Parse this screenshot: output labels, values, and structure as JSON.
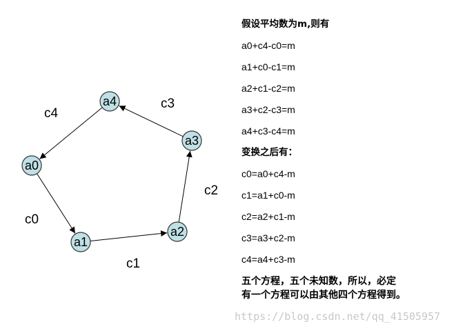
{
  "nodes": [
    {
      "id": "a0",
      "label": "a0"
    },
    {
      "id": "a1",
      "label": "a1"
    },
    {
      "id": "a2",
      "label": "a2"
    },
    {
      "id": "a3",
      "label": "a3"
    },
    {
      "id": "a4",
      "label": "a4"
    }
  ],
  "edges": [
    {
      "from": "a0",
      "to": "a1",
      "label": "c0"
    },
    {
      "from": "a1",
      "to": "a2",
      "label": "c1"
    },
    {
      "from": "a2",
      "to": "a3",
      "label": "c2"
    },
    {
      "from": "a3",
      "to": "a4",
      "label": "c3"
    },
    {
      "from": "a4",
      "to": "a0",
      "label": "c4"
    }
  ],
  "text": {
    "intro": "假设平均数为m,则有",
    "equations": [
      "a0+c4-c0=m",
      "a1+c0-c1=m",
      "a2+c1-c2=m",
      "a3+c2-c3=m",
      "a4+c3-c4=m"
    ],
    "transform": "变换之后有：",
    "solutions": [
      "c0=a0+c4-m",
      "c1=a1+c0-m",
      "c2=a2+c1-m",
      "c3=a3+c2-m",
      "c4=a4+c3-m"
    ],
    "conclusion_1": "五个方程，五个未知数，所以，必定",
    "conclusion_2": "有一个方程可以由其他四个方程得到。"
  },
  "watermark": "https://blog.csdn.net/qq_41505957",
  "colors": {
    "node_fill": "#bfe0e6",
    "node_stroke": "#333333"
  }
}
